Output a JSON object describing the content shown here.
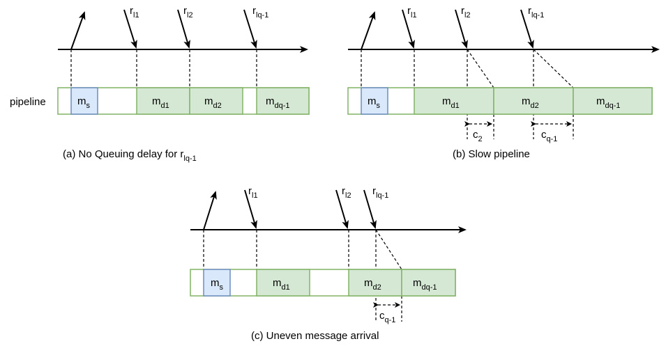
{
  "row_label": "pipeline",
  "panel_a": {
    "caption": {
      "text": "(a) No Queuing delay for r",
      "sub": "lq-1"
    },
    "requests": [
      {
        "base": "r",
        "sub": "l1"
      },
      {
        "base": "r",
        "sub": "l2"
      },
      {
        "base": "r",
        "sub": "lq-1"
      }
    ],
    "segments": [
      {
        "base": "m",
        "sub": "s"
      },
      {
        "base": "m",
        "sub": "d1"
      },
      {
        "base": "m",
        "sub": "d2"
      },
      {
        "base": "m",
        "sub": "dq-1"
      }
    ]
  },
  "panel_b": {
    "caption": {
      "text": "(b) Slow pipeline"
    },
    "requests": [
      {
        "base": "r",
        "sub": "l1"
      },
      {
        "base": "r",
        "sub": "l2"
      },
      {
        "base": "r",
        "sub": "lq-1"
      }
    ],
    "segments": [
      {
        "base": "m",
        "sub": "s"
      },
      {
        "base": "m",
        "sub": "d1"
      },
      {
        "base": "m",
        "sub": "d2"
      },
      {
        "base": "m",
        "sub": "dq-1"
      }
    ],
    "delays": [
      {
        "base": "c",
        "sub": "2"
      },
      {
        "base": "c",
        "sub": "q-1"
      }
    ]
  },
  "panel_c": {
    "caption": {
      "text": "(c) Uneven message arrival"
    },
    "requests": [
      {
        "base": "r",
        "sub": "l1"
      },
      {
        "base": "r",
        "sub": "l2"
      },
      {
        "base": "r",
        "sub": "lq-1"
      }
    ],
    "segments": [
      {
        "base": "m",
        "sub": "s"
      },
      {
        "base": "m",
        "sub": "d1"
      },
      {
        "base": "m",
        "sub": "d2"
      },
      {
        "base": "m",
        "sub": "dq-1"
      }
    ],
    "delays": [
      {
        "base": "c",
        "sub": "q-1"
      }
    ]
  }
}
